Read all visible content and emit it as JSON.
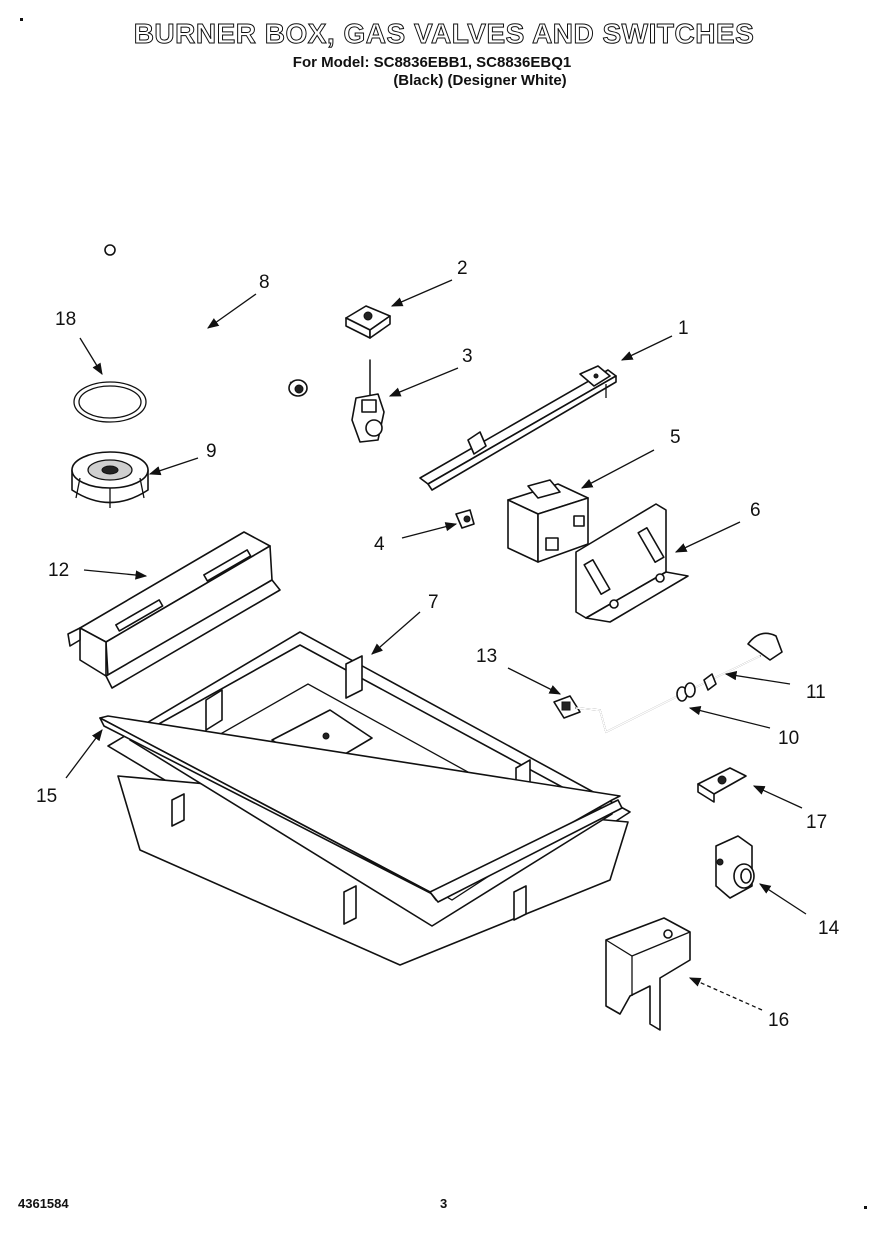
{
  "header": {
    "title": "BURNER BOX, GAS VALVES AND SWITCHES",
    "model_line": "For Model: SC8836EBB1, SC8836EBQ1",
    "variant_line": "(Black)  (Designer White)"
  },
  "footer": {
    "document_number": "4361584",
    "page_number": "3"
  },
  "callouts": {
    "c1": "1",
    "c2": "2",
    "c3": "3",
    "c4": "4",
    "c5": "5",
    "c6": "6",
    "c7": "7",
    "c8": "8",
    "c9": "9",
    "c10": "10",
    "c11": "11",
    "c12": "12",
    "c13": "13",
    "c14": "14",
    "c15": "15",
    "c16": "16",
    "c17": "17",
    "c18": "18"
  }
}
